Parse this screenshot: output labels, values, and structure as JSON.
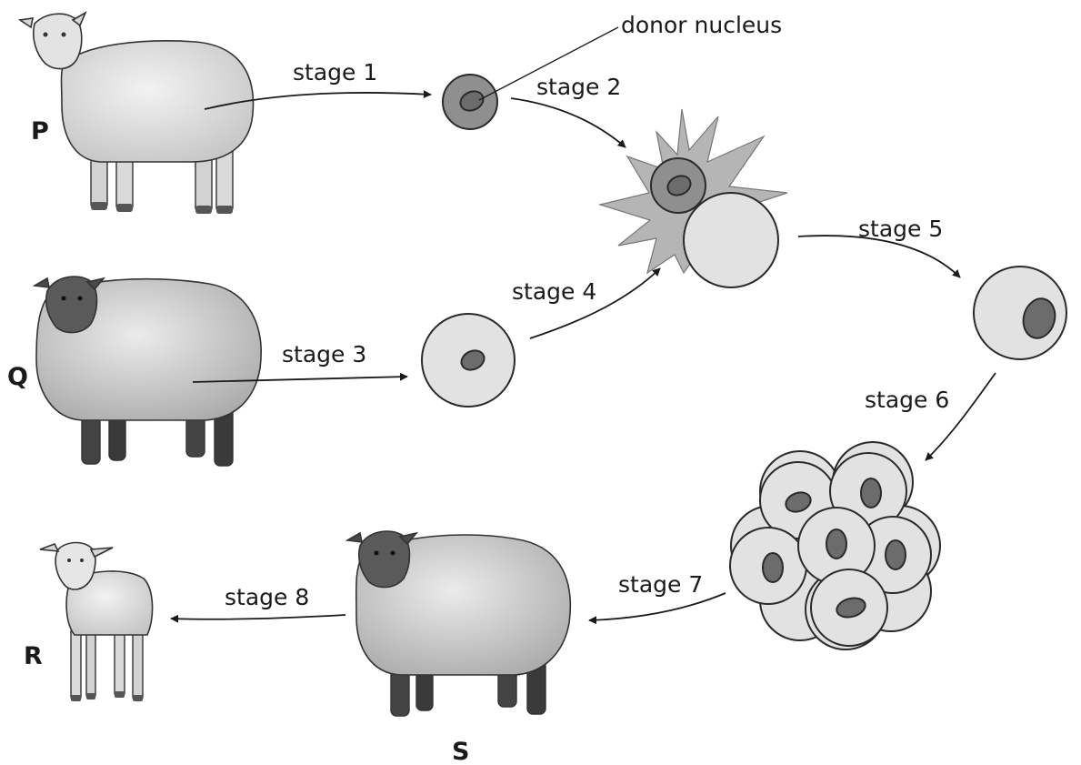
{
  "labels": {
    "donor_nucleus": "donor nucleus",
    "animal_p": "P",
    "animal_q": "Q",
    "animal_r": "R",
    "animal_s": "S"
  },
  "stages": {
    "s1": "stage 1",
    "s2": "stage 2",
    "s3": "stage 3",
    "s4": "stage 4",
    "s5": "stage 5",
    "s6": "stage 6",
    "s7": "stage 7",
    "s8": "stage 8"
  },
  "colors": {
    "light_wool": "#dcdcdc",
    "dark_face": "#585858",
    "cell_fill": "#e2e2e2",
    "donor_cell": "#8f8f8f",
    "nucleus": "#6c6c6c",
    "spark": "#b5b5b5"
  }
}
